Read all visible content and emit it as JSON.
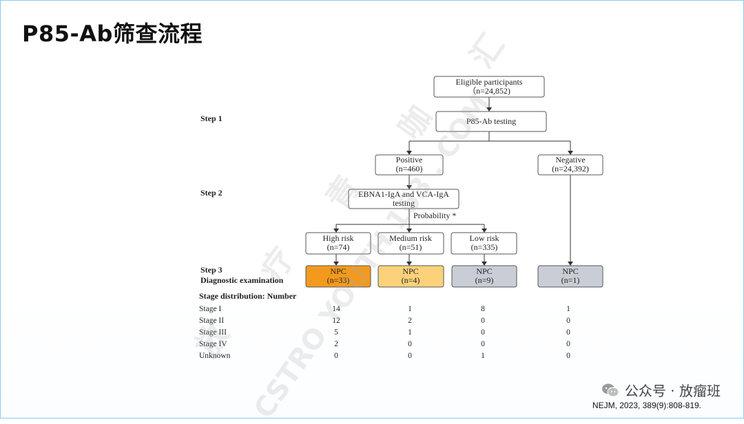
{
  "title": "P85-Ab筛查流程",
  "steps": {
    "step1": "Step 1",
    "step2": "Step 2",
    "step3": "Step 3",
    "step3_sub": "Diagnostic examination"
  },
  "nodes": {
    "eligible": [
      "Eligible participants",
      "（n=24,852)"
    ],
    "p85": "P85-Ab testing",
    "positive": [
      "Positive",
      "(n=460)"
    ],
    "negative": [
      "Negative",
      "(n=24,392)"
    ],
    "ebna": [
      "EBNA1-IgA and VCA-IgA",
      "testing"
    ],
    "probability": "Probability *",
    "high": [
      "High risk",
      "(n=74)"
    ],
    "medium": [
      "Medium risk",
      "(n=51)"
    ],
    "low": [
      "Low risk",
      "(n=335)"
    ],
    "npc_high": [
      "NPC",
      "(n=33)"
    ],
    "npc_medium": [
      "NPC",
      "(n=4)"
    ],
    "npc_low": [
      "NPC",
      "(n=9)"
    ],
    "npc_negative": [
      "NPC",
      "(n=1)"
    ]
  },
  "colors": {
    "npc_high": "#f39a1e",
    "npc_medium": "#fbd27a",
    "npc_low": "#c9cdd6",
    "npc_negative": "#c9cdd6"
  },
  "stage_table": {
    "header": "Stage distribution: Number",
    "rows": [
      {
        "label": "Stage I",
        "values": [
          "14",
          "1",
          "8",
          "1"
        ]
      },
      {
        "label": "Stage II",
        "values": [
          "12",
          "2",
          "0",
          "0"
        ]
      },
      {
        "label": "Stage III",
        "values": [
          "5",
          "1",
          "0",
          "0"
        ]
      },
      {
        "label": "Stage IV",
        "values": [
          "2",
          "0",
          "0",
          "0"
        ]
      },
      {
        "label": "Unknown",
        "values": [
          "0",
          "0",
          "1",
          "0"
        ]
      }
    ]
  },
  "watermark": {
    "chars": [
      "放",
      "疗",
      "青",
      "咖",
      "汇"
    ],
    "url": "CSTRO YOUTH 163 . COM"
  },
  "footer": {
    "account": "公众号 · 放瘤班",
    "citation": "NEJM, 2023, 389(9):808-819."
  }
}
